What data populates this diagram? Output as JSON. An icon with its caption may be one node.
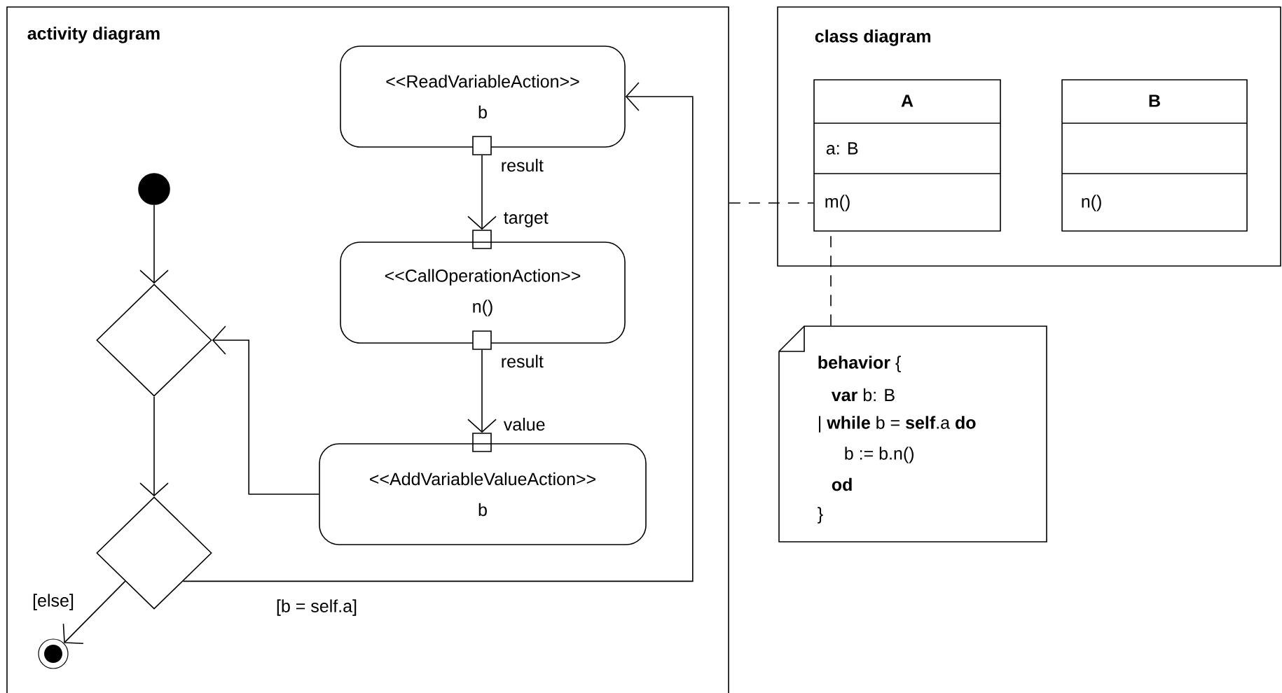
{
  "diagram": {
    "nodes": [
      {
        "text": [
          "activity diagram"
        ]
      },
      {
        "text": [
          "<<ReadVariableAction>>",
          "b"
        ],
        "in": 0
      },
      {
        "text": [],
        "shape": "box",
        "beside": [
          "result"
        ],
        "in": 0
      },
      {
        "text": [],
        "shape": "box",
        "beside": [
          "target"
        ],
        "in": 0
      },
      {
        "text": [
          "<<CallOperationAction>>",
          "n()"
        ],
        "in": 0
      },
      {
        "text": [],
        "shape": "box",
        "beside": [
          "result"
        ],
        "in": 0
      },
      {
        "text": [],
        "shape": "box",
        "beside": [
          "value"
        ],
        "in": 0
      },
      {
        "text": [
          "<<AddVariableValueAction>>",
          "b"
        ],
        "in": 0
      },
      {
        "text": [],
        "shape": "circle",
        "in": 0
      },
      {
        "text": [],
        "shape": "diamond",
        "in": 0
      },
      {
        "text": [],
        "shape": "diamond",
        "in": 0
      },
      {
        "text": [],
        "shape": "circle",
        "in": 0
      },
      {
        "text": [
          "class diagram"
        ]
      },
      {
        "text": [
          "A",
          "a: B",
          "m()"
        ],
        "in": 12
      },
      {
        "text": [
          "B",
          "n()"
        ],
        "in": 12
      },
      {
        "text": [
          "**behavior** {",
          "**var** b: B",
          "| **while** b = **self**.a **do**",
          "b := b.n()",
          "**od**",
          "}"
        ]
      }
    ],
    "edges": [
      {
        "from": 2,
        "to": 3,
        "arrow": "to"
      },
      {
        "from": 5,
        "to": 6,
        "arrow": "to"
      },
      {
        "from": 8,
        "to": 9,
        "arrow": "to"
      },
      {
        "from": 7,
        "to": 9,
        "arrow": "to"
      },
      {
        "from": 9,
        "to": 10,
        "arrow": "to"
      },
      {
        "from": 10,
        "to": 11,
        "arrow": "to",
        "label": "[else]"
      },
      {
        "from": 10,
        "to": 1,
        "arrow": "to",
        "label": "[b = self.a]"
      },
      {
        "from": 0,
        "to": 13,
        "arrow": "none",
        "style": "dashed"
      },
      {
        "from": 15,
        "to": 13,
        "arrow": "none",
        "style": "dashed"
      }
    ]
  }
}
